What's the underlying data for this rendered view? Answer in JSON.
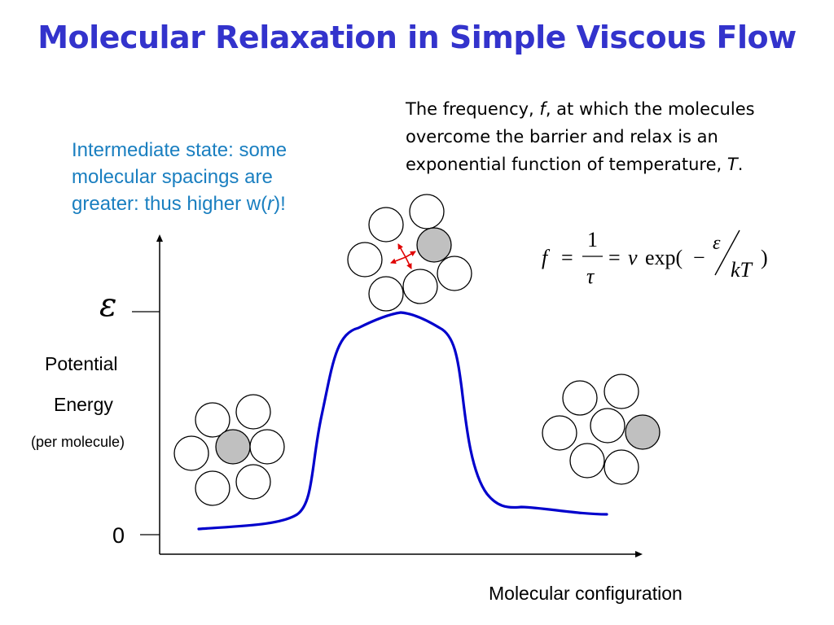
{
  "title": "Molecular Relaxation in Simple Viscous Flow",
  "intermediate_note": {
    "line1": "Intermediate state: some",
    "line2": "molecular spacings are",
    "line3_prefix": "greater: thus higher w(",
    "line3_var": "r",
    "line3_suffix": ")!"
  },
  "frequency_note": {
    "l1a": "The frequency, ",
    "l1var": "f",
    "l1b": ", at which the molecules",
    "l2": "overcome the barrier and relax is an",
    "l3a": "exponential function of temperature, ",
    "l3var": "T",
    "l3b": "."
  },
  "equation": {
    "f": "f",
    "eq1": "=",
    "one": "1",
    "tau": "τ",
    "eq2": "=",
    "nu": "ν",
    "exp": "exp(",
    "minus": "−",
    "epsilon": "ε",
    "kT": "kT",
    "close": ")"
  },
  "axes": {
    "y_label_line1": "Potential",
    "y_label_line2": "Energy",
    "y_label_line3": "(per molecule)",
    "y_tick_top": "ε",
    "y_tick_zero": "0",
    "x_label": "Molecular configuration"
  },
  "colors": {
    "title": "#3333cc",
    "intermediate_text": "#1a7fc0",
    "curve": "#0000cc",
    "highlight_molecule": "#c0c0c0",
    "arrows": "#e00000"
  }
}
